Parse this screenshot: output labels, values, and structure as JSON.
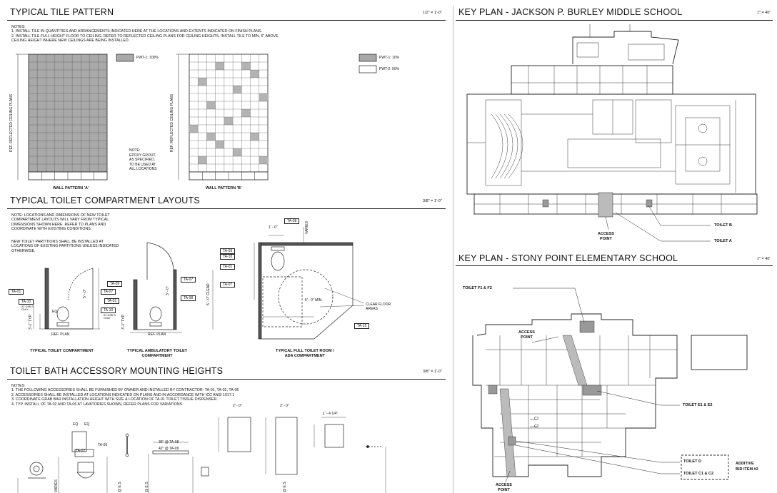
{
  "sections": {
    "tile": {
      "title": "TYPICAL TILE PATTERN",
      "scale": "1/2\" = 1'-0\"",
      "notes_header": "NOTES:",
      "notes": [
        "1.   INSTALL TILE IN QUANTITIES AND ARRANGEMENTS INDICATED HERE AT THE LOCATIONS AND EXTENTS INDICATED ON FINISH PLANS.",
        "2.   INSTALL TILE FULL HEIGHT FLOOR TO CEILING. REFER TO REFLECTED CEILING PLANS FOR CEILING HEIGHTS.  INSTALL TILE TO MIN. 6\" ABOVE",
        "       CEILING HEIGHT WHERE NEW CEILINGS ARE BEING INSTALLED."
      ],
      "side_label": "REF. REFLECTED CEILING PLANS",
      "pattern_a_label": "WALL PATTERN 'A'",
      "pattern_b_label": "WALL PATTERN 'B'",
      "legend_a": "PWT-1: 100%",
      "legend_b1": "PWT-1: 10%",
      "legend_b2": "PWT-2: 90%",
      "grout_note": [
        "NOTE:",
        "EPOXY GROUT,",
        "AS SPECIFIED,",
        "TO BE USED AT",
        "ALL LOCATIONS"
      ]
    },
    "toilet": {
      "title": "TYPICAL TOILET COMPARTMENT LAYOUTS",
      "scale": "3/8\" = 1'-0\"",
      "note1": [
        "NOTE:  LOCATIONS AND DIMENSIONS OF NEW TOILET",
        "COMPARTMENT LAYOUTS WILL VARY FROM TYPICAL",
        "DIMENSIONS SHOWN HERE. REFER TO PLANS AND",
        "COORDINATE WITH EXISTING CONDITIONS."
      ],
      "note2": [
        "NEW TOILET PARTITIONS SHALL BE INSTALLED AT",
        "LOCATIONS OF EXISTING PARTITIONS UNLESS INDICATED",
        "OTHERWISE."
      ],
      "caption1": "TYPICAL TOILET COMPARTMENT",
      "caption2": [
        "TYPICAL AMBULATORY TOILET",
        "COMPARTMENT"
      ],
      "caption3": [
        "TYPICAL FULL TOILET ROOM /",
        "ADA COMPARTMENT"
      ],
      "ref_plan": "REF. PLAN",
      "clear_floor": [
        "CLEAR FLOOR",
        "AREAS"
      ],
      "tags": {
        "ta01": "TA-01",
        "ta10": "TA-10",
        "ta09": "TA-09",
        "ta07": "TA-07",
        "ta08": "TA-08",
        "ta15": "TA-15"
      },
      "dims": {
        "one_zero": "1' - 0\"",
        "five_zero": "5' - 0\"",
        "three_zero": "3' - 0\"",
        "clear": "5' - 0\" CLEAR",
        "typ": "3'-1\" TYP.",
        "min": "5' - 0\" MIN.",
        "varies": "VARIES",
        "at_girls": [
          "AT GIRLS",
          "ONLY"
        ],
        "eq": "EQ"
      }
    },
    "access": {
      "title": "TOILET BATH ACCESSORY MOUNTING HEIGHTS",
      "scale": "3/8\" = 1'-0\"",
      "notes_header": "NOTES:",
      "notes": [
        "1.    THE FOLLOWING ACCESSORIES SHALL BE FURNISHED BY OWNER AND INSTALLED BY CONTRACTOR: TA-01, TA-02, TA-06",
        "2.    ACCESSORIES SHALL BE INSTALLED AT LOCATIONS INDICATED ON PLANS AND IN ACCORDANCE WITH ICC ANSI 1017.1",
        "3.    COORDINATE GRAB BAR INSTALLATION HEIGHT WITH SIZE & LOCATION OF TA-01 TOILET TISSUE DISPENSER.",
        "4.    TYP. INSTALL OF TA-02 AND TA-06 AT LAVATORIES SHOWN, REFER PLANS FOR VARIATIONS."
      ],
      "labels": {
        "ta06": "TA-06",
        "ta02": "TA-02",
        "eq": "EQ",
        "at_ta08": "36\" @ TA-08",
        "at_ta09": "42\" @ TA-09",
        "two_zero": "2' - 0\"",
        "one_four": "1' - 4 1/4\"",
        "varies": "VARIES",
        "af": "@ E.S."
      }
    },
    "keyplan1": {
      "title": "KEY PLAN - JACKSON P. BURLEY MIDDLE SCHOOL",
      "scale": "1\" = 40'",
      "access_point": [
        "ACCESS",
        "POINT"
      ],
      "toilet_b": "TOILET B",
      "toilet_a": "TOILET A"
    },
    "keyplan2": {
      "title": "KEY PLAN - STONY POINT ELEMENTARY SCHOOL",
      "scale": "1\" = 40'",
      "toilet_f": "TOILET F1 & F2",
      "access_point": [
        "ACCESS",
        "POINT"
      ],
      "access_point_bottom": [
        "ACCESS",
        "POINT"
      ],
      "toilet_e": "TOILET E1 & E2",
      "c1": "C1",
      "c2": "C2",
      "toilet_d": "TOILET D",
      "toilet_c": "TOILET C1 & C2",
      "additive": [
        "ADDITIVE",
        "BID ITEM #2"
      ]
    }
  }
}
